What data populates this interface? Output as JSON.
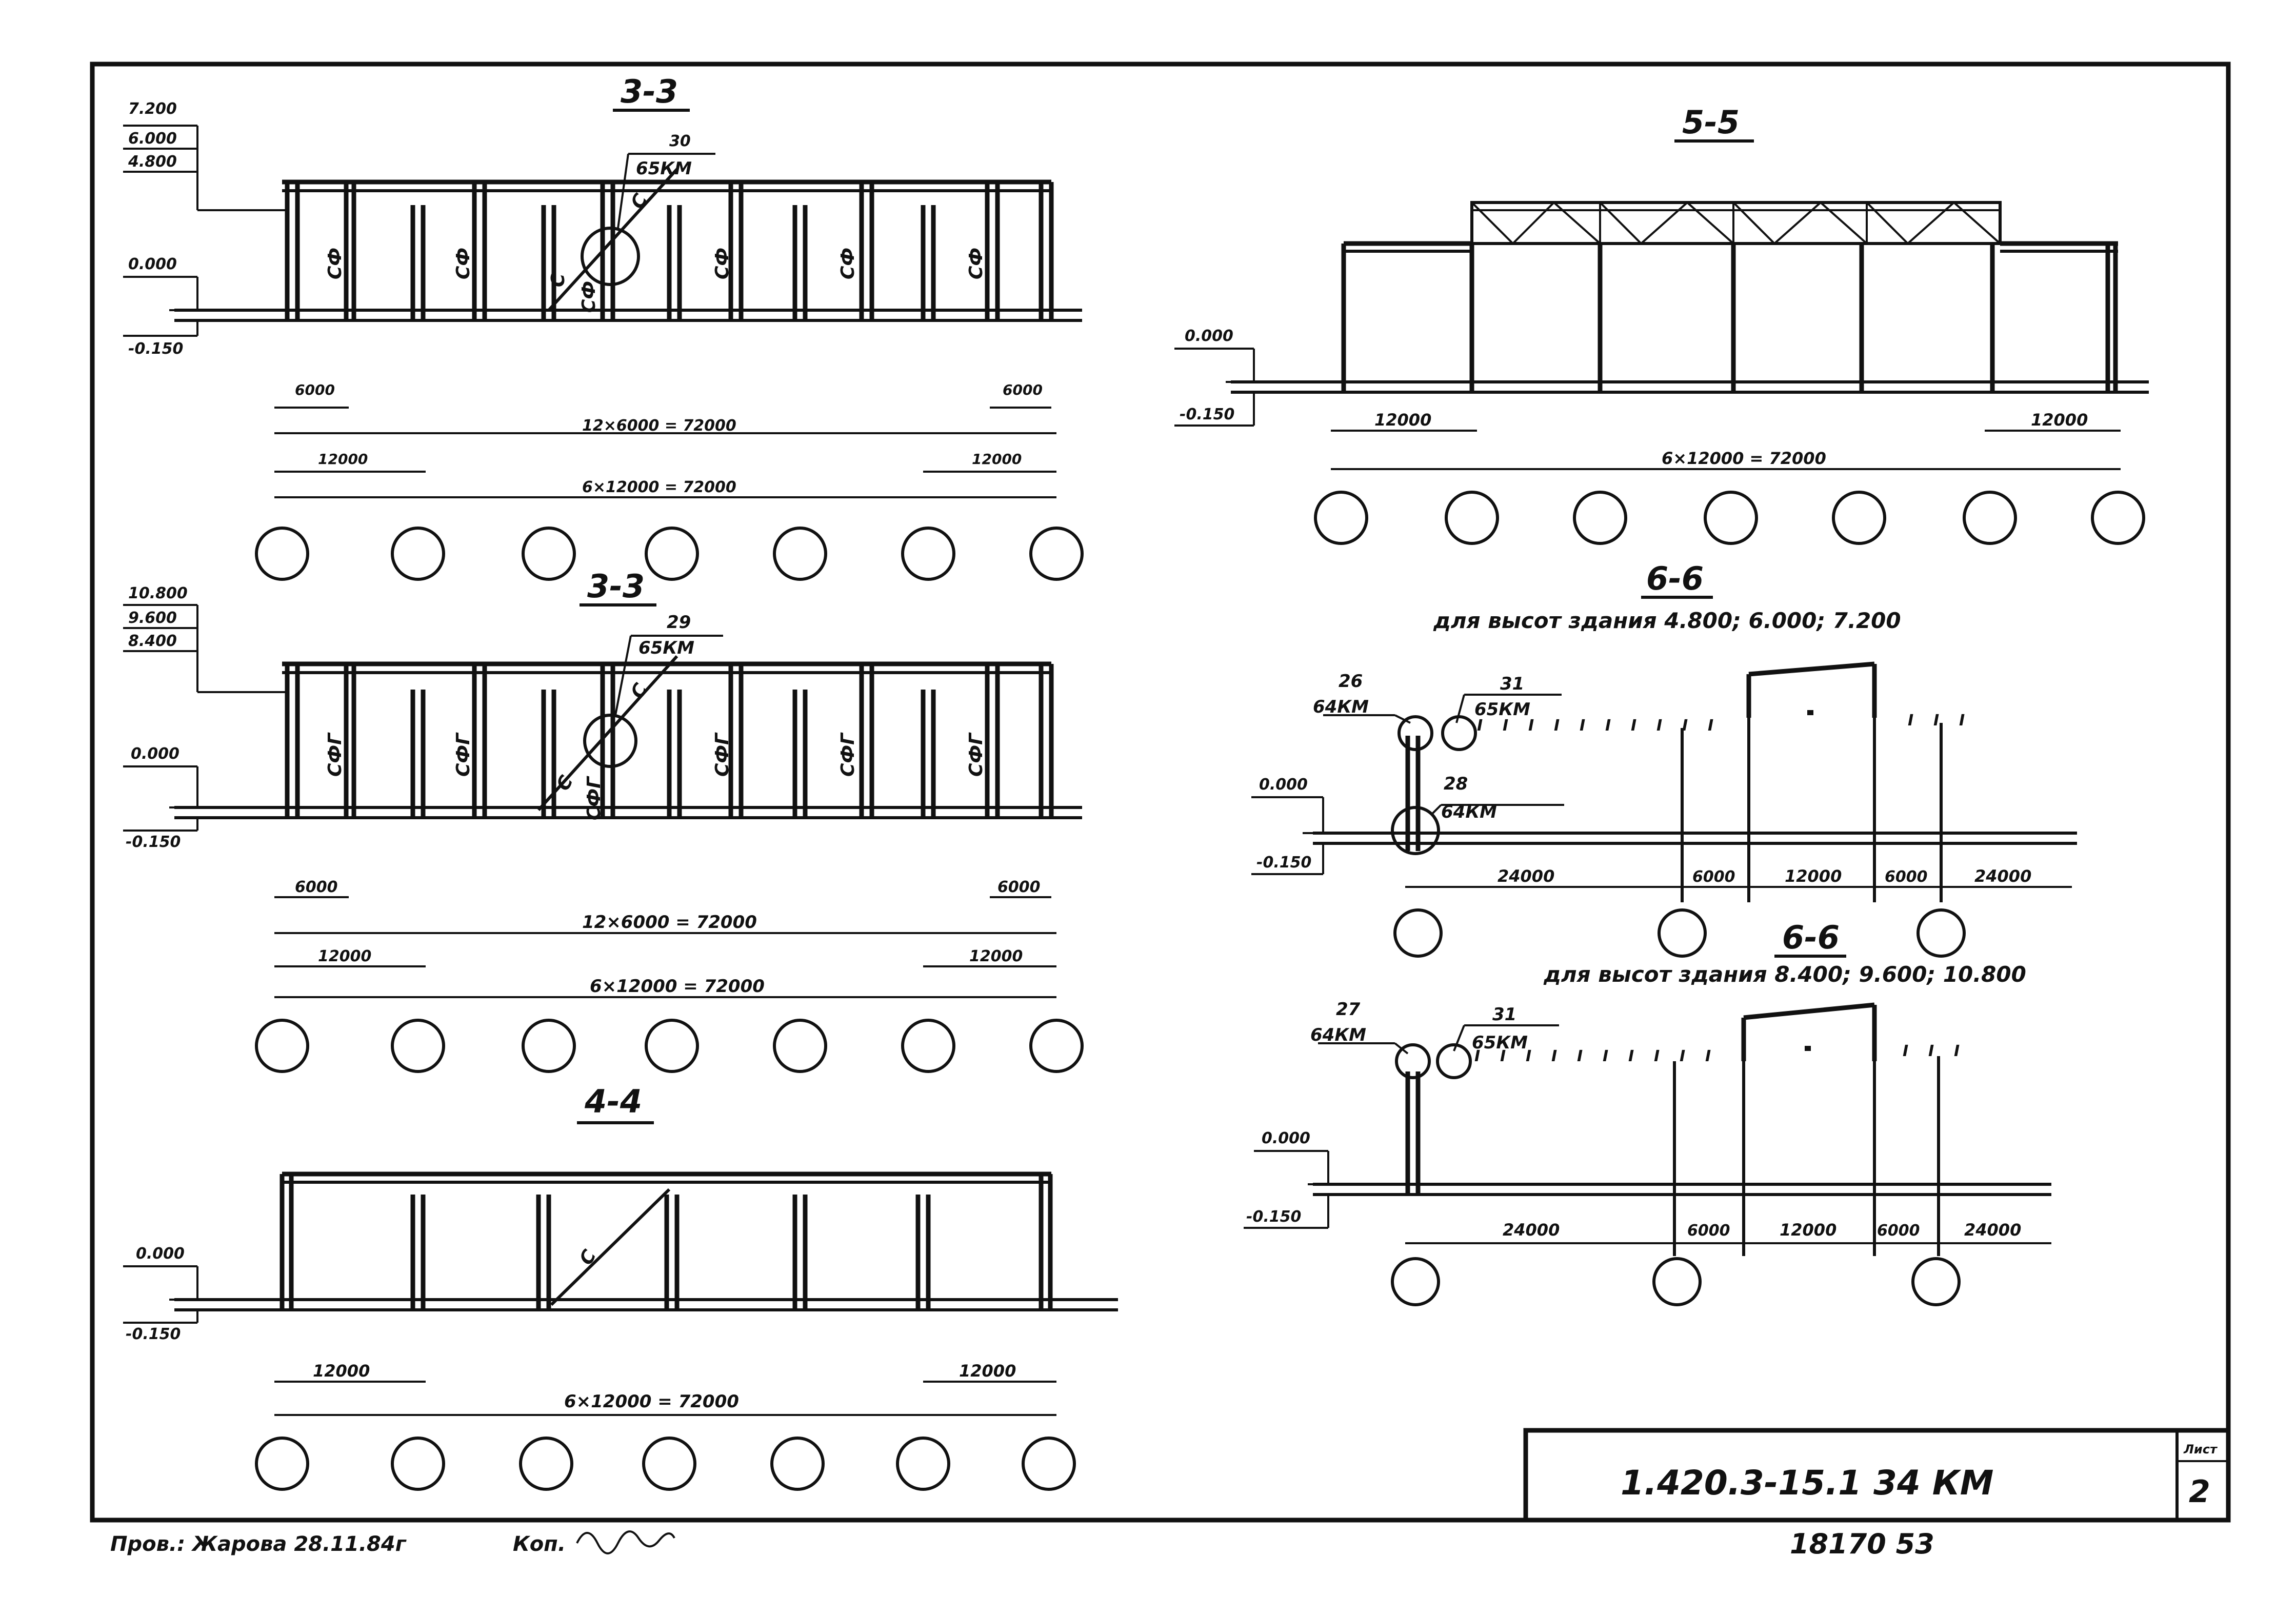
{
  "sections": {
    "s33a": {
      "title": "3-3",
      "levels": [
        "7.200",
        "6.000",
        "4.800"
      ],
      "zero": "0.000",
      "base": "-0.150",
      "callout_num": "30",
      "callout_ref": "65КМ",
      "brace": "С",
      "panels": [
        "СФ",
        "СФ",
        "СФ",
        "СФ",
        "СФ",
        "СФ"
      ],
      "dims": [
        "6000",
        "6000",
        "12×6000 = 72000",
        "12000",
        "12000",
        "6×12000 = 72000"
      ]
    },
    "s33b": {
      "title": "3-3",
      "levels": [
        "10.800",
        "9.600",
        "8.400"
      ],
      "zero": "0.000",
      "base": "-0.150",
      "callout_num": "29",
      "callout_ref": "65КМ",
      "brace": "С",
      "panels": [
        "СФГ",
        "СФГ",
        "СФГ",
        "СФГ",
        "СФГ",
        "СФГ"
      ],
      "dims": [
        "6000",
        "6000",
        "12×6000 = 72000",
        "12000",
        "12000",
        "6×12000 = 72000"
      ]
    },
    "s44": {
      "title": "4-4",
      "zero": "0.000",
      "base": "-0.150",
      "brace": "С",
      "dims": [
        "12000",
        "12000",
        "6×12000 = 72000"
      ]
    },
    "s55": {
      "title": "5-5",
      "zero": "0.000",
      "base": "-0.150",
      "dims": [
        "12000",
        "12000",
        "6×12000 = 72000"
      ]
    },
    "s66a": {
      "title": "6-6",
      "subtitle": "для высот здания 4.800; 6.000; 7.200",
      "zero": "0.000",
      "base": "-0.150",
      "c1_num": "26",
      "c1_ref": "64КМ",
      "c2_num": "31",
      "c2_ref": "65КМ",
      "c3_num": "28",
      "c3_ref": "64КМ",
      "dims": [
        "24000",
        "6000",
        "12000",
        "6000",
        "24000"
      ]
    },
    "s66b": {
      "title": "6-6",
      "subtitle": "для высот здания 8.400; 9.600; 10.800",
      "zero": "0.000",
      "base": "-0.150",
      "c1_num": "27",
      "c1_ref": "64КМ",
      "c2_num": "31",
      "c2_ref": "65КМ",
      "dims": [
        "24000",
        "6000",
        "12000",
        "6000",
        "24000"
      ]
    }
  },
  "title_block": {
    "code": "1.420.3-15.1  34 КМ",
    "sheet_label": "Лист",
    "sheet_no": "2"
  },
  "footer": {
    "checked": "Пров.: Жарова  28.11.84г",
    "copied": "Коп.",
    "inventory": "18170   53"
  }
}
